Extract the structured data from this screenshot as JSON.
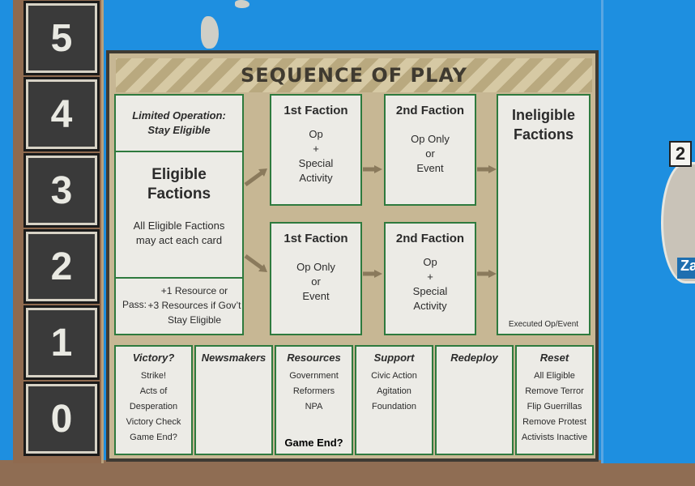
{
  "track": {
    "numbers": [
      "5",
      "4",
      "3",
      "2",
      "1",
      "0"
    ]
  },
  "map_right": {
    "box_number": "2",
    "city_label": "Za"
  },
  "sop": {
    "title": "SEQUENCE OF PLAY",
    "limited_operation": "Limited Operation:",
    "stay_eligible": "Stay Eligible",
    "eligible_title_1": "Eligible",
    "eligible_title_2": "Factions",
    "eligible_note_1": "All Eligible Factions",
    "eligible_note_2": "may act each card",
    "pass_label": "Pass:",
    "pass_line_1": "+1 Resource or",
    "pass_line_2": "+3 Resources if Gov’t",
    "pass_line_3": "Stay Eligible",
    "first_faction_a": {
      "title": "1st Faction",
      "l1": "Op",
      "l2": "+",
      "l3": "Special",
      "l4": "Activity"
    },
    "second_faction_a": {
      "title": "2nd Faction",
      "l1": "Op Only",
      "l2": "or",
      "l3": "Event"
    },
    "first_faction_b": {
      "title": "1st Faction",
      "l1": "Op Only",
      "l2": "or",
      "l3": "Event"
    },
    "second_faction_b": {
      "title": "2nd Faction",
      "l1": "Op",
      "l2": "+",
      "l3": "Special",
      "l4": "Activity"
    },
    "ineligible_1": "Ineligible",
    "ineligible_2": "Factions",
    "executed": "Executed Op/Event"
  },
  "phases": {
    "victory": {
      "title": "Victory?",
      "items": [
        "Strike!",
        "Acts of Desperation",
        "Victory Check",
        "Game End?"
      ]
    },
    "newsmakers": {
      "title": "Newsmakers"
    },
    "resources": {
      "title": "Resources",
      "items": [
        "Government",
        "Reformers",
        "NPA"
      ],
      "foot": "Game End?"
    },
    "support": {
      "title": "Support",
      "items": [
        "Civic Action",
        "Agitation",
        "Foundation"
      ]
    },
    "redeploy": {
      "title": "Redeploy"
    },
    "reset": {
      "title": "Reset",
      "items": [
        "All Eligible",
        "Remove Terror",
        "Flip Guerrillas",
        "Remove Protest",
        "Activists Inactive"
      ]
    }
  },
  "colors": {
    "board": "#c7b794",
    "cell_border": "#2e7a3e",
    "sea": "#1e8fe0"
  }
}
